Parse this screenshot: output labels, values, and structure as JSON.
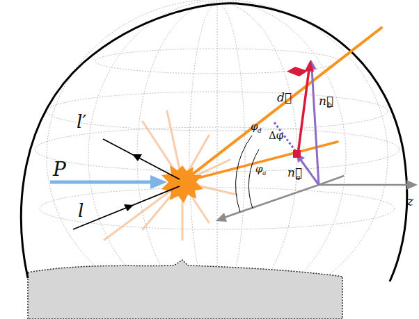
{
  "diagram": {
    "labels": [
      "l′",
      "P",
      "l",
      "d⃗",
      "n⃗",
      "b",
      "Δφ",
      "φ",
      "d",
      "φ",
      "a",
      "n⃗",
      "a",
      "z"
    ]
  }
}
